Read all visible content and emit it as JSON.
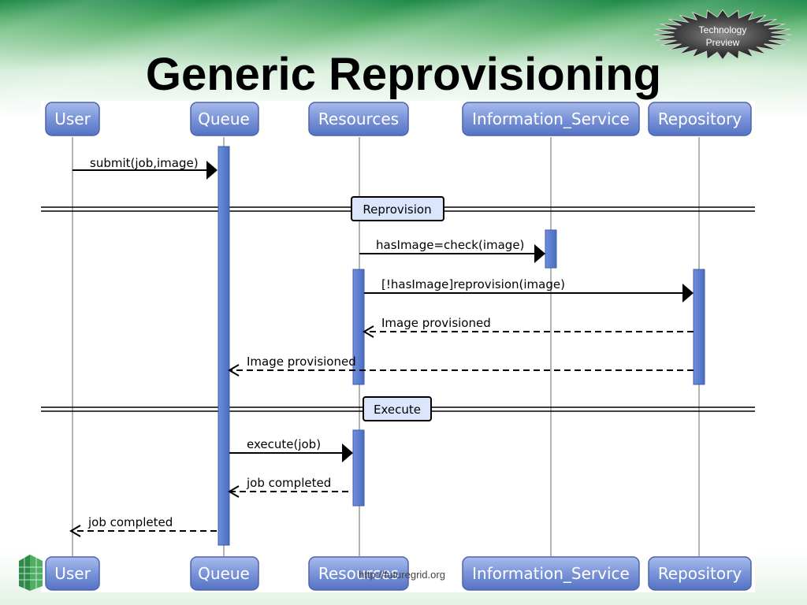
{
  "slide": {
    "title": "Generic Reprovisioning",
    "badge_line1": "Technology",
    "badge_line2": "Preview",
    "footer_url": "http://futuregrid.org"
  },
  "diagram": {
    "participants": [
      "User",
      "Queue",
      "Resources",
      "Information_Service",
      "Repository"
    ],
    "fragments": [
      "Reprovision",
      "Execute"
    ],
    "messages": [
      {
        "from": "User",
        "to": "Queue",
        "label": "submit(job,image)",
        "style": "sync"
      },
      {
        "from": "Resources",
        "to": "Information_Service",
        "label": "hasImage=check(image)",
        "style": "sync"
      },
      {
        "from": "Resources",
        "to": "Repository",
        "label": "[!hasImage]reprovision(image)",
        "style": "sync"
      },
      {
        "from": "Repository",
        "to": "Resources",
        "label": "Image provisioned",
        "style": "return"
      },
      {
        "from": "Repository",
        "to": "Queue",
        "label": "Image provisioned",
        "style": "return"
      },
      {
        "from": "Queue",
        "to": "Resources",
        "label": "execute(job)",
        "style": "sync"
      },
      {
        "from": "Resources",
        "to": "Queue",
        "label": "job completed",
        "style": "return"
      },
      {
        "from": "Queue",
        "to": "User",
        "label": "job completed",
        "style": "return"
      }
    ],
    "colors": {
      "participant_top": "#9bb0e6",
      "participant_bottom": "#5a78c8",
      "activation": "#5b7fcf",
      "fragment_fill": "#dbe5fb",
      "line": "#000000",
      "lifeline": "#b4b4b4"
    }
  }
}
